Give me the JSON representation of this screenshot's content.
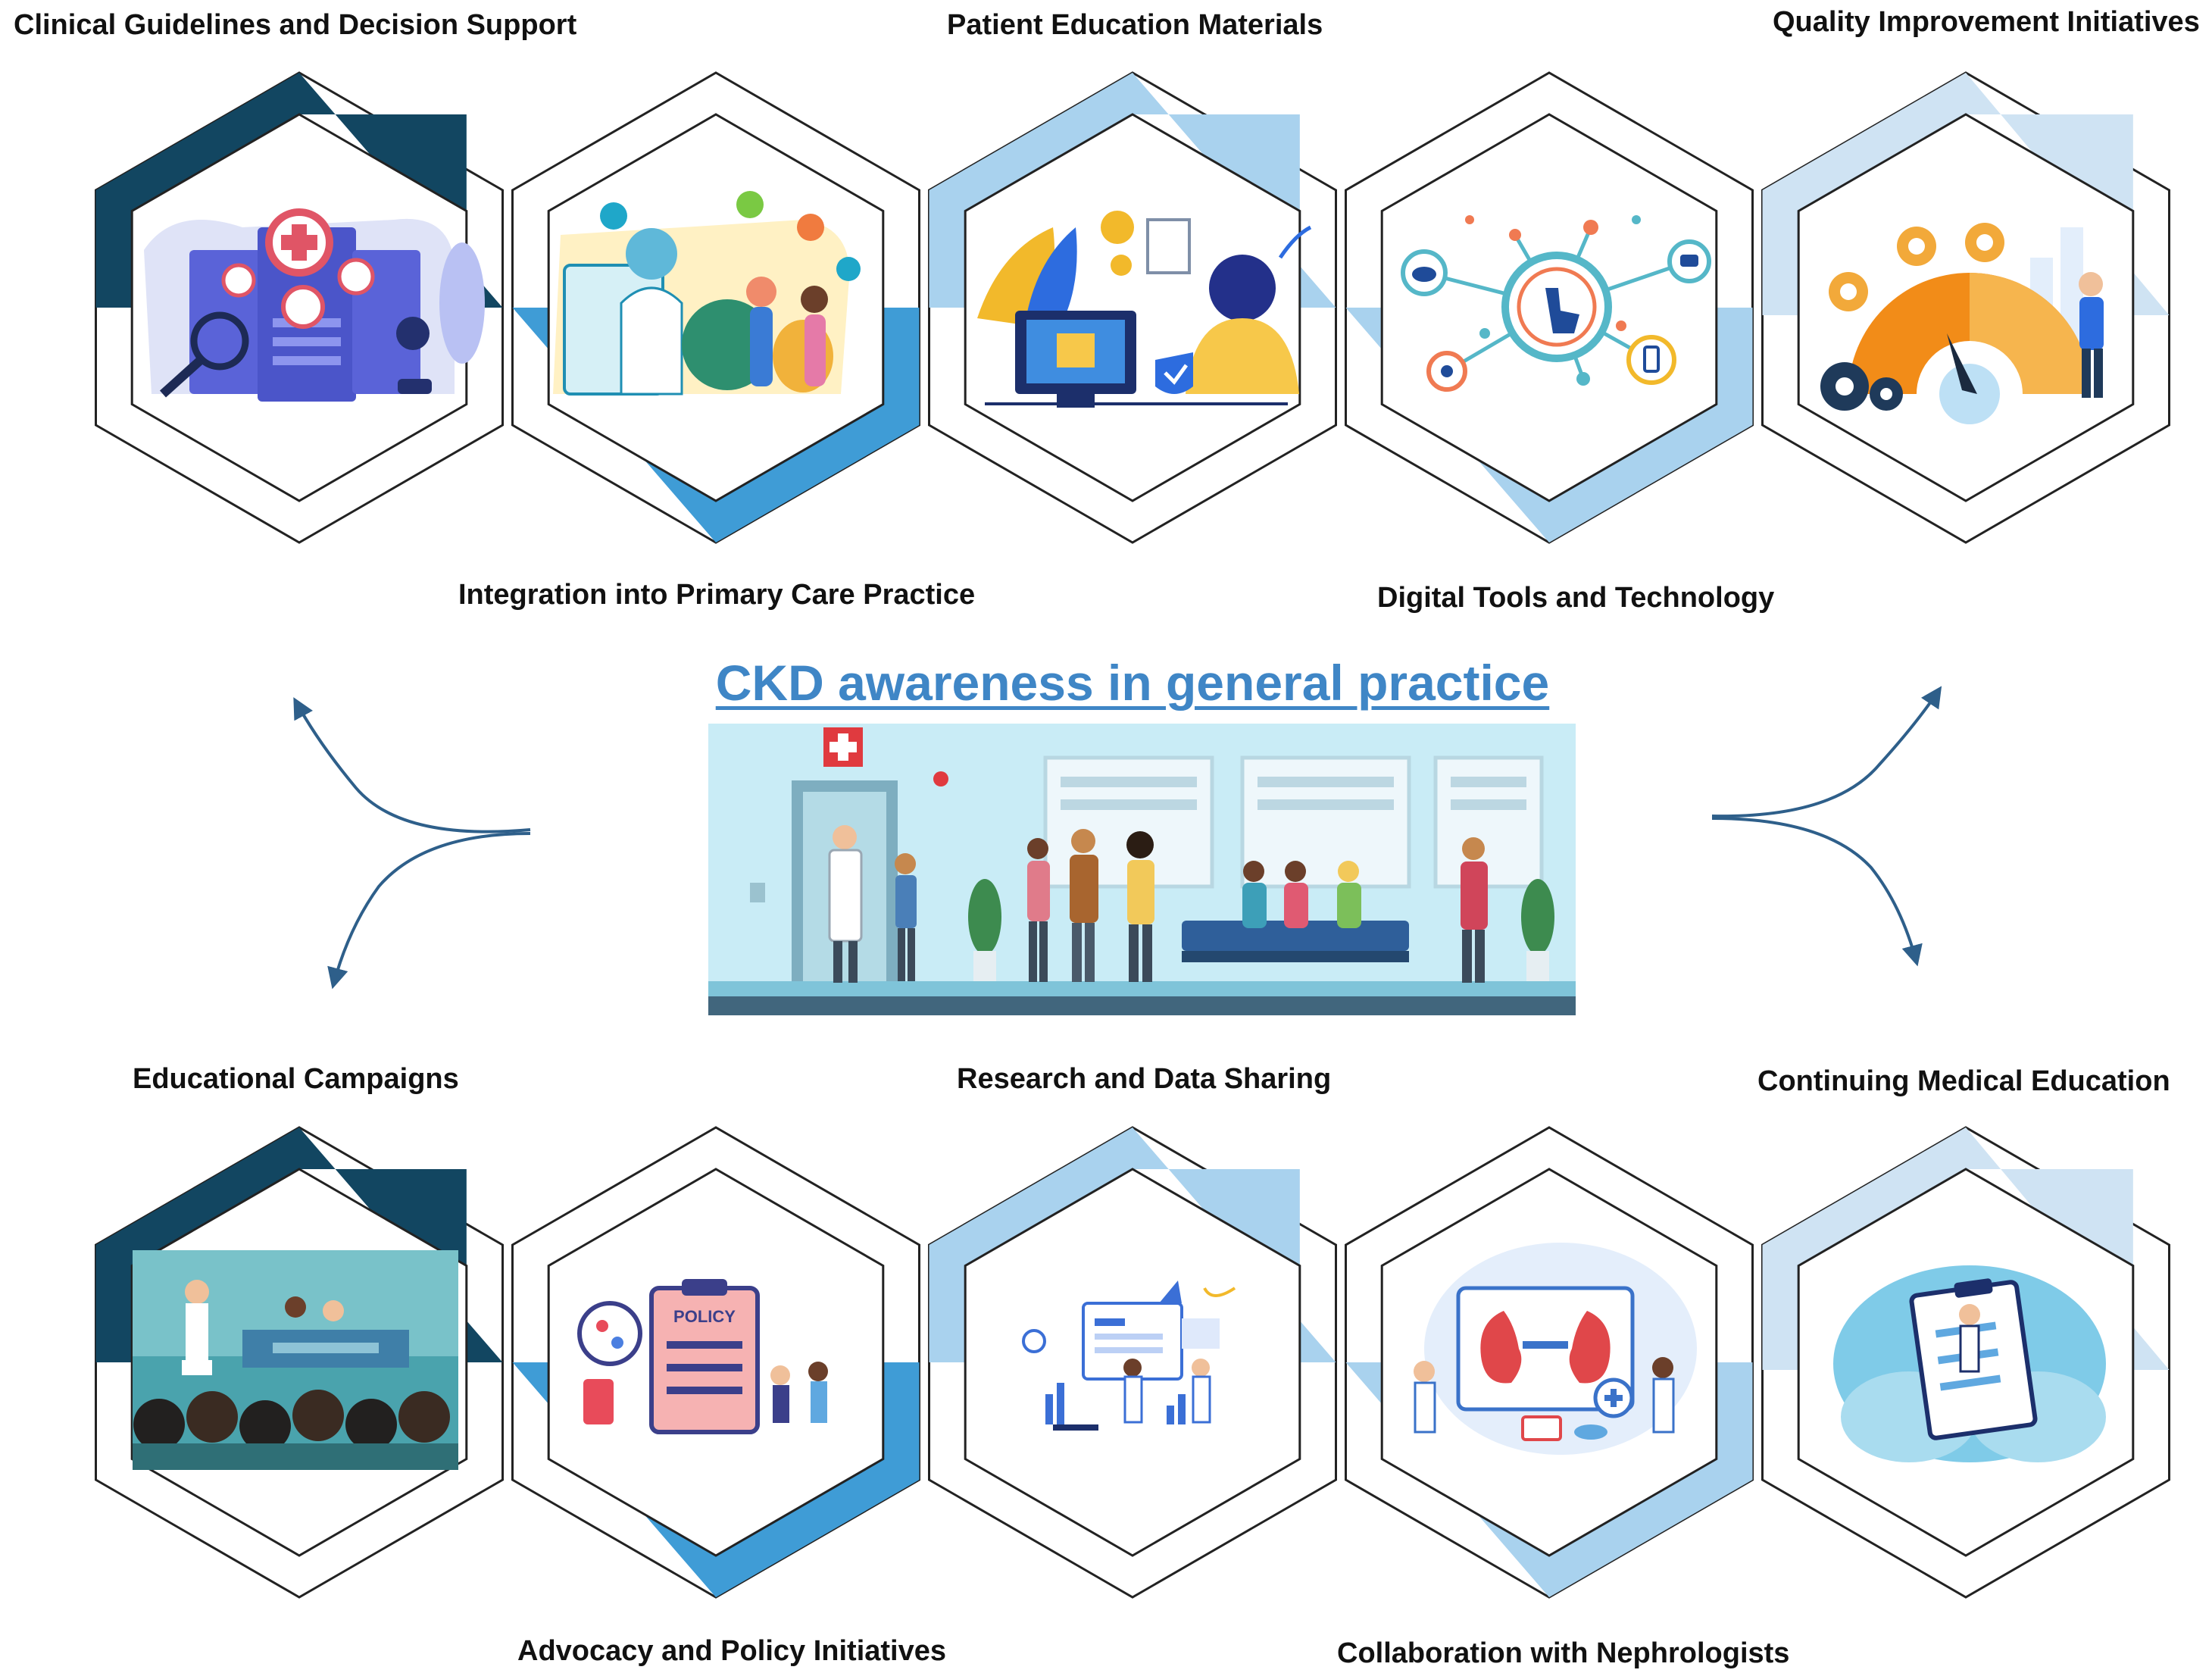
{
  "title": "CKD awareness in general practice",
  "colors": {
    "navy": "#124661",
    "blue": "#3f9cd6",
    "lightblue": "#a9d2ee",
    "paleblue": "#cfe3f3",
    "outline": "#222222",
    "arrow": "#2e5f8a"
  },
  "top_row": {
    "labels_above": [
      "Clinical Guidelines and Decision Support",
      "Patient Education Materials",
      "Quality Improvement Initiatives"
    ],
    "labels_below": [
      "Integration into Primary Care Practice",
      "Digital Tools and Technology"
    ],
    "icons": [
      "clinical-guidelines-icon",
      "primary-care-integration-icon",
      "patient-education-icon",
      "digital-tools-icon",
      "quality-improvement-icon"
    ]
  },
  "bottom_row": {
    "labels_above": [
      "Educational Campaigns",
      "Research and Data Sharing",
      "Continuing Medical Education"
    ],
    "labels_below": [
      "Advocacy and Policy Initiatives",
      "Collaboration with Nephrologists"
    ],
    "icons": [
      "educational-campaigns-icon",
      "policy-clipboard-icon",
      "research-data-icon",
      "nephrologist-kidney-icon",
      "medical-education-icon"
    ],
    "policy_text": "POLICY"
  },
  "center_image": {
    "icon": "clinic-waiting-room-icon"
  }
}
